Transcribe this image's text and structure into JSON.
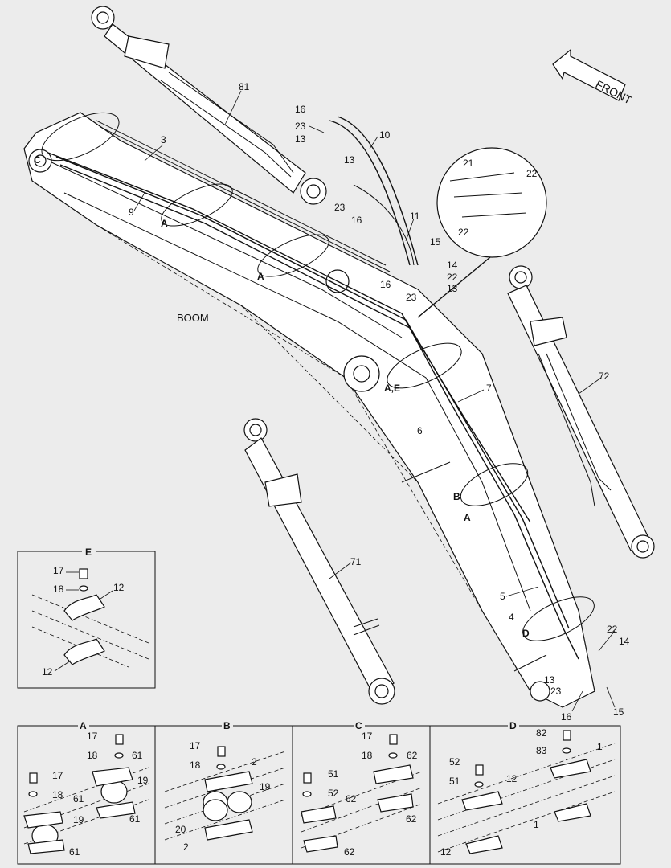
{
  "front_label": "FRONT",
  "boom_label": "BOOM",
  "main": {
    "c81": "81",
    "c3": "3",
    "c9": "9",
    "cA1": "A",
    "cA2": "A",
    "cC": "C",
    "c16a": "16",
    "c23a": "23",
    "c13a": "13",
    "c10": "10",
    "c13b": "13",
    "c23b": "23",
    "c16b": "16",
    "c11": "11",
    "c15": "15",
    "c14": "14",
    "c22": "22",
    "c13c": "13",
    "c16c": "16",
    "c23c": "23",
    "c21": "21",
    "c22b": "22",
    "c22c": "22",
    "c72": "72",
    "cAE": "A,E",
    "c7": "7",
    "c6": "6",
    "cB": "B",
    "cA3": "A",
    "c5": "5",
    "c4": "4",
    "cD": "D",
    "c22d": "22",
    "c14b": "14",
    "c13d": "13",
    "c23d": "23",
    "c16d": "16",
    "c15b": "15",
    "c71": "71"
  },
  "details": {
    "E": {
      "title": "E",
      "c17": "17",
      "c18": "18",
      "c12a": "12",
      "c12b": "12"
    },
    "A": {
      "title": "A",
      "c17a": "17",
      "c18a": "18",
      "c61a": "61",
      "c19a": "19",
      "c61b": "61",
      "c17b": "17",
      "c18b": "18",
      "c61c": "61",
      "c19b": "19",
      "c61d": "61"
    },
    "B": {
      "title": "B",
      "c17": "17",
      "c18": "18",
      "c2a": "2",
      "c19": "19",
      "c20": "20",
      "c2b": "2"
    },
    "C": {
      "title": "C",
      "c17": "17",
      "c18": "18",
      "c62a": "62",
      "c62b": "62",
      "c51": "51",
      "c52": "52",
      "c62c": "62",
      "c62d": "62"
    },
    "D": {
      "title": "D",
      "c82": "82",
      "c83": "83",
      "c1a": "1",
      "c52": "52",
      "c51": "51",
      "c12a": "12",
      "c1b": "1",
      "c12b": "12"
    }
  }
}
